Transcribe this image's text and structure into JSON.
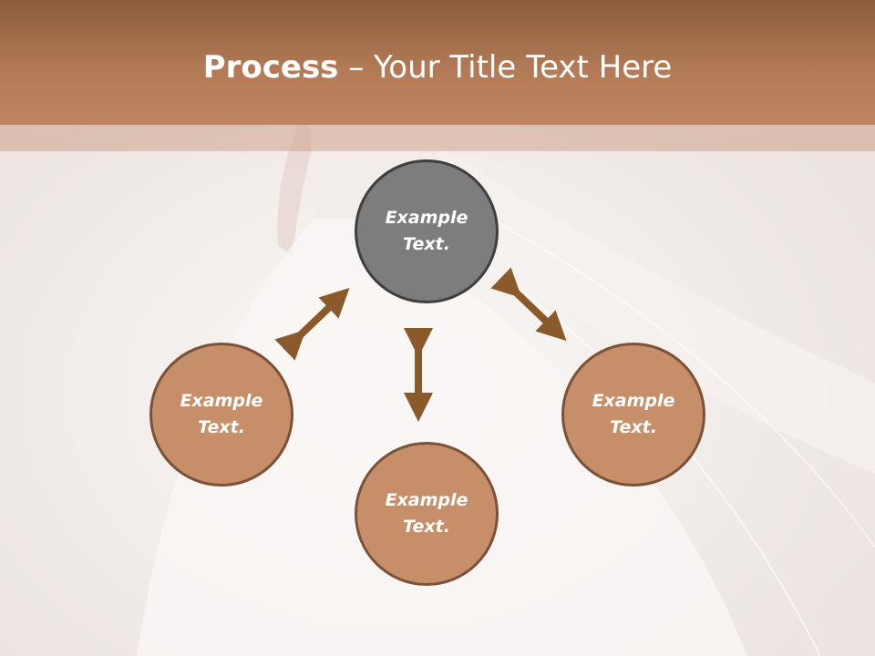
{
  "slide": {
    "title_bold": "Process",
    "title_rest": " – Your Title Text Here"
  },
  "nodes": {
    "center": {
      "line1": "Example",
      "line2": "Text."
    },
    "left": {
      "line1": "Example",
      "line2": "Text."
    },
    "bottom": {
      "line1": "Example",
      "line2": "Text."
    },
    "right": {
      "line1": "Example",
      "line2": "Text."
    }
  },
  "colors": {
    "header": "#b27a56",
    "node_fill": "#c78f69",
    "node_border": "#7b5238",
    "center_fill": "#7d7d7d",
    "arrow": "#8a5a2b"
  }
}
